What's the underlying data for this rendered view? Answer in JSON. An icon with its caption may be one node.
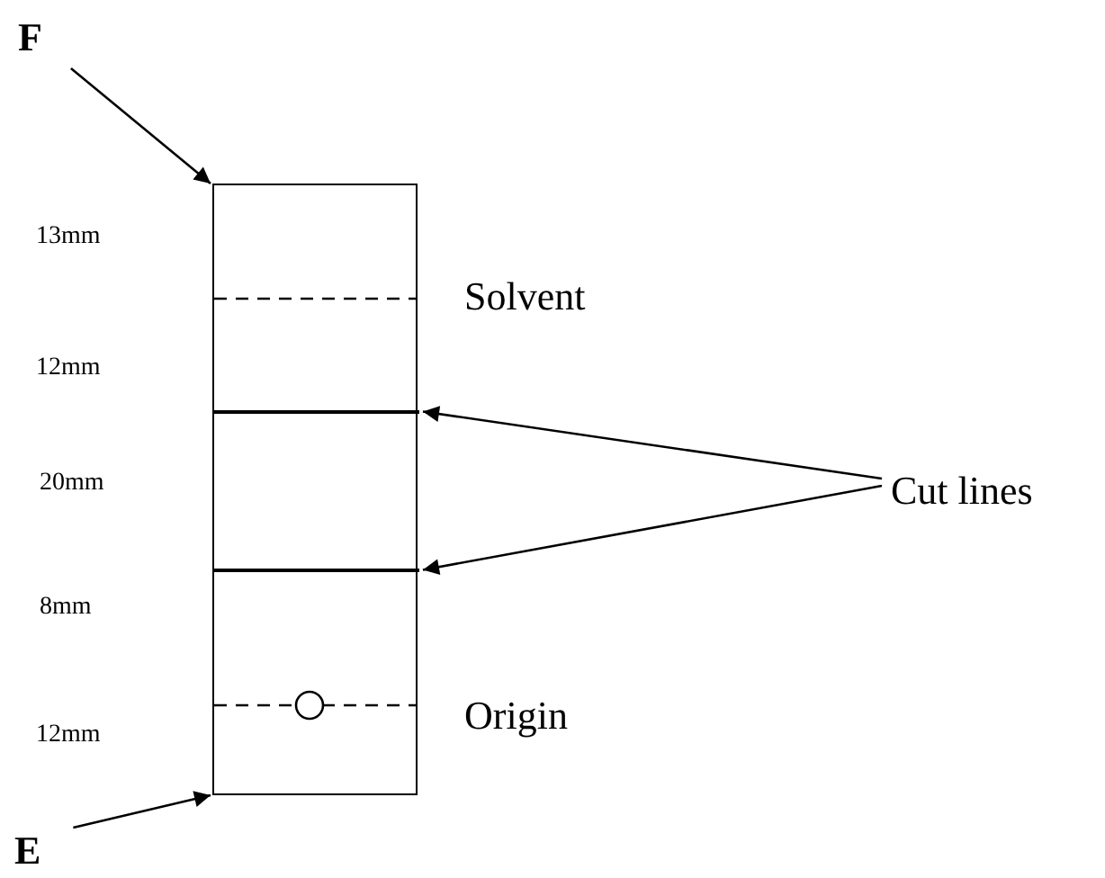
{
  "diagram": {
    "nodes": [
      {
        "text": [
          "F"
        ]
      },
      {
        "text": [],
        "shape": "box"
      },
      {
        "text": [],
        "shape": "line",
        "in": 1
      },
      {
        "text": [],
        "shape": "line",
        "in": 1
      },
      {
        "text": [
          "Cut lines"
        ]
      },
      {
        "text": [
          "E"
        ]
      }
    ],
    "edges": [
      {
        "from": 0,
        "to": 1,
        "arrow": "to"
      },
      {
        "from": 4,
        "to": 2,
        "arrow": "to"
      },
      {
        "from": 4,
        "to": 3,
        "arrow": "to"
      },
      {
        "from": 5,
        "to": 1,
        "arrow": "to"
      }
    ],
    "labels": [
      "13mm",
      "Solvent",
      "12mm",
      "20mm",
      "8mm",
      "Origin",
      "12mm"
    ]
  }
}
